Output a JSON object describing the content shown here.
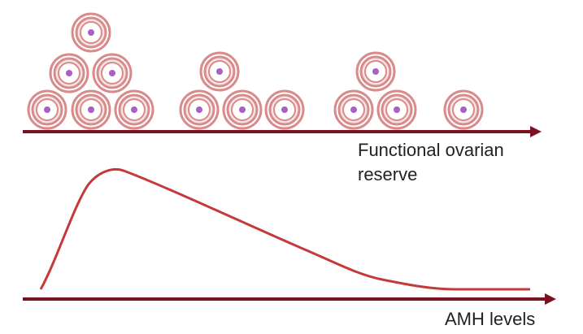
{
  "diagram": {
    "follicle_axis_label_line1": "Functional ovarian",
    "follicle_axis_label_line2": "reserve",
    "amh_axis_label": "AMH levels",
    "follicle_groups": [
      {
        "rows": [
          1,
          2,
          3
        ]
      },
      {
        "rows": [
          1,
          3
        ]
      },
      {
        "rows": [
          1,
          2
        ]
      },
      {
        "rows": [
          1
        ]
      }
    ],
    "colors": {
      "axis": "#7a1224",
      "curve": "#c43a3a",
      "follicle_ring": "#d98a8a",
      "follicle_fill": "#f6e3e3",
      "follicle_core": "#ffffff",
      "oocyte": "#a760c8",
      "text": "#222222"
    },
    "icons": [
      "follicle-icon",
      "arrow-right-icon"
    ]
  }
}
